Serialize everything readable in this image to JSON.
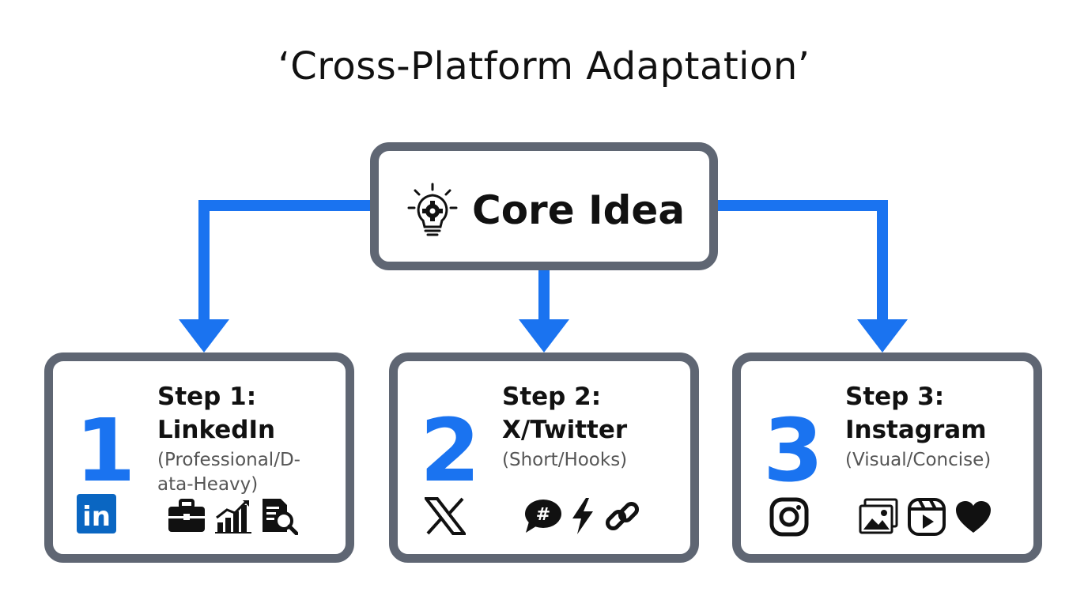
{
  "title": "‘Cross-Platform Adaptation’",
  "core": {
    "label": "Core Idea",
    "icon": "lightbulb-gear-icon"
  },
  "steps": [
    {
      "number": "1",
      "line1": "Step 1:",
      "line2": "LinkedIn",
      "desc_line1": "(Professional/D-",
      "desc_line2": "ata-Heavy)",
      "brand_icon": "linkedin-icon",
      "brand_text": "in",
      "icons": [
        "briefcase-icon",
        "bar-chart-icon",
        "document-search-icon"
      ]
    },
    {
      "number": "2",
      "line1": "Step 2:",
      "line2": "X/Twitter",
      "desc_line1": "(Short/Hooks)",
      "desc_line2": "",
      "brand_icon": "x-logo-icon",
      "icons": [
        "hashtag-bubble-icon",
        "lightning-icon",
        "link-icon"
      ]
    },
    {
      "number": "3",
      "line1": "Step 3:",
      "line2": "Instagram",
      "desc_line1": "(Visual/Concise)",
      "desc_line2": "",
      "brand_icon": "instagram-icon",
      "icons": [
        "gallery-icon",
        "reels-icon",
        "heart-icon"
      ]
    }
  ],
  "colors": {
    "accent": "#1a73f0",
    "box_border": "#5f6673",
    "linkedin": "#0a66c2",
    "text": "#111111",
    "muted": "#555555"
  }
}
